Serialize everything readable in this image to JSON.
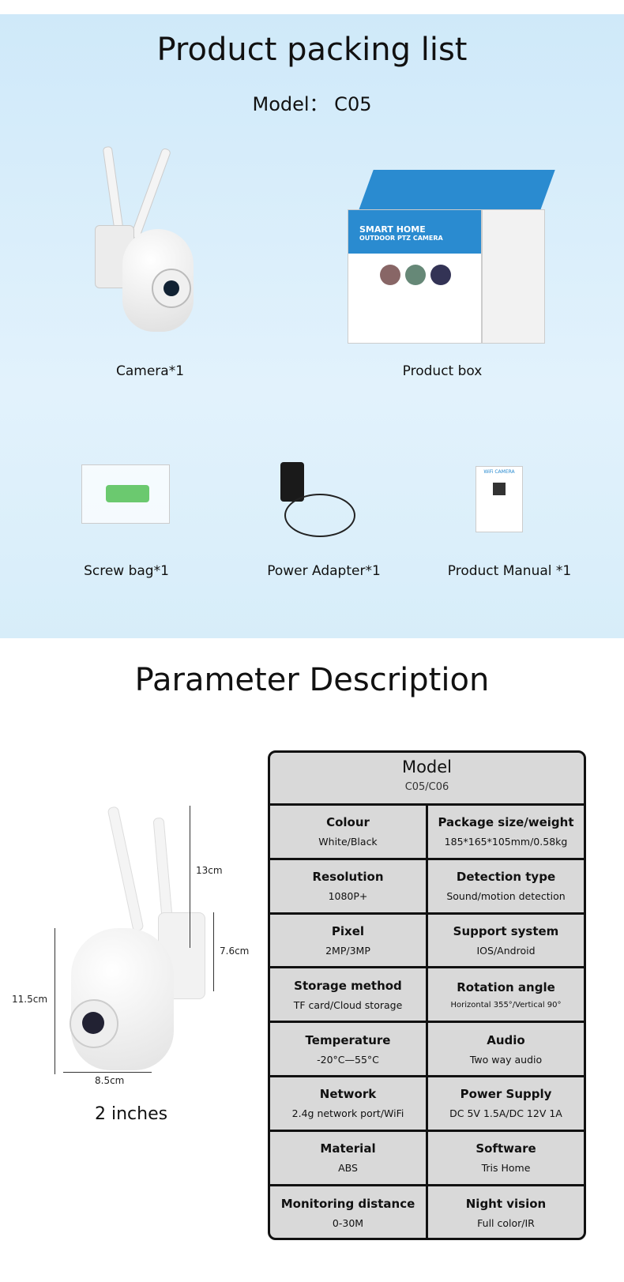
{
  "packing": {
    "title": "Product packing list",
    "model": "Model： C05",
    "items": [
      {
        "label": "Camera*1"
      },
      {
        "label": "Product box"
      },
      {
        "label": "Screw bag*1"
      },
      {
        "label": "Power Adapter*1"
      },
      {
        "label": "Product Manual *1"
      }
    ],
    "box_text": {
      "line1": "SMART HOME",
      "line2": "OUTDOOR PTZ CAMERA"
    },
    "manual_text": "WiFi CAMERA"
  },
  "params": {
    "title": "Parameter Description",
    "dimensions": {
      "height": "13cm",
      "bracket": "7.6cm",
      "body": "11.5cm",
      "width": "8.5cm",
      "size": "2 inches"
    },
    "header": {
      "key": "Model",
      "value": "C05/C06"
    },
    "rows": [
      [
        {
          "k": "Colour",
          "v": "White/Black"
        },
        {
          "k": "Package size/weight",
          "v": "185*165*105mm/0.58kg"
        }
      ],
      [
        {
          "k": "Resolution",
          "v": "1080P+"
        },
        {
          "k": "Detection type",
          "v": "Sound/motion detection"
        }
      ],
      [
        {
          "k": "Pixel",
          "v": "2MP/3MP"
        },
        {
          "k": "Support system",
          "v": "IOS/Android"
        }
      ],
      [
        {
          "k": "Storage method",
          "v": "TF card/Cloud storage"
        },
        {
          "k": "Rotation angle",
          "v": "Horizontal 355°/Vertical 90°"
        }
      ],
      [
        {
          "k": "Temperature",
          "v": "-20°C—55°C"
        },
        {
          "k": "Audio",
          "v": "Two way audio"
        }
      ],
      [
        {
          "k": "Network",
          "v": "2.4g network port/WiFi"
        },
        {
          "k": "Power Supply",
          "v": "DC 5V 1.5A/DC 12V 1A"
        }
      ],
      [
        {
          "k": "Material",
          "v": "ABS"
        },
        {
          "k": "Software",
          "v": "Tris Home"
        }
      ],
      [
        {
          "k": "Monitoring distance",
          "v": "0-30M"
        },
        {
          "k": "Night vision",
          "v": "Full color/IR"
        }
      ]
    ]
  }
}
